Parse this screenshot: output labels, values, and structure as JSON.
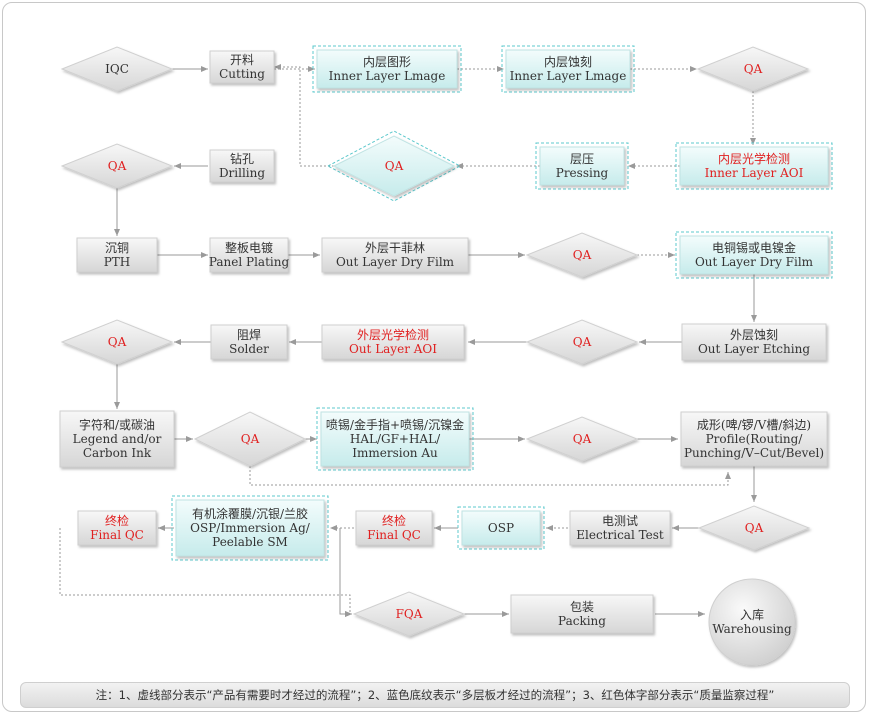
{
  "colors": {
    "normal_text": "#333333",
    "qa_text": "#e02020",
    "red_text": "#e02020",
    "box_fill_top": "#f7f7f7",
    "box_fill_bottom": "#d9d9d9",
    "blue_fill_top": "#f1fbfb",
    "blue_fill_bottom": "#c9ecec",
    "blue_dash": "#5cc8cc",
    "connector": "#9a9a9a"
  },
  "diagram": {
    "nodes": {
      "iqc": {
        "shape": "diamond",
        "style": "normal",
        "lines": [
          "IQC"
        ]
      },
      "cutting": {
        "shape": "box",
        "style": "normal",
        "lines": [
          "开料",
          "Cutting"
        ]
      },
      "inner_image": {
        "shape": "box",
        "style": "blue",
        "lines": [
          "内层图形",
          "Inner Layer Lmage"
        ]
      },
      "inner_etch": {
        "shape": "box",
        "style": "blue",
        "lines": [
          "内层蚀刻",
          "Inner Layer Lmage"
        ]
      },
      "qa1": {
        "shape": "diamond",
        "style": "normal",
        "lines": [
          "QA"
        ]
      },
      "inner_aoi": {
        "shape": "box",
        "style": "blue-red",
        "lines": [
          "内层光学检测",
          "Inner Layer AOI"
        ]
      },
      "pressing": {
        "shape": "box",
        "style": "blue",
        "lines": [
          "层压",
          "Pressing"
        ]
      },
      "qa2": {
        "shape": "diamond",
        "style": "blue",
        "lines": [
          "QA"
        ]
      },
      "drilling": {
        "shape": "box",
        "style": "normal",
        "lines": [
          "钻孔",
          "Drilling"
        ]
      },
      "qa3": {
        "shape": "diamond",
        "style": "normal",
        "lines": [
          "QA"
        ]
      },
      "pth": {
        "shape": "box",
        "style": "normal",
        "lines": [
          "沉铜",
          "PTH"
        ]
      },
      "panel_plating": {
        "shape": "box",
        "style": "normal",
        "lines": [
          "整板电镀",
          "Panel Plating"
        ]
      },
      "dry_film": {
        "shape": "box",
        "style": "normal",
        "lines": [
          "外层干菲林",
          "Out Layer Dry Film"
        ]
      },
      "qa4": {
        "shape": "diamond",
        "style": "normal",
        "lines": [
          "QA"
        ]
      },
      "plating_gold": {
        "shape": "box",
        "style": "blue-normal",
        "lines": [
          "电铜锡或电镍金",
          "Out Layer Dry Film"
        ]
      },
      "out_etching": {
        "shape": "box",
        "style": "normal",
        "lines": [
          "外层蚀刻",
          "Out Layer Etching"
        ]
      },
      "qa5": {
        "shape": "diamond",
        "style": "normal",
        "lines": [
          "QA"
        ]
      },
      "out_aoi": {
        "shape": "box",
        "style": "red",
        "lines": [
          "外层光学检测",
          "Out Layer AOI"
        ]
      },
      "solder": {
        "shape": "box",
        "style": "normal",
        "lines": [
          "阻焊",
          "Solder"
        ]
      },
      "qa6": {
        "shape": "diamond",
        "style": "normal",
        "lines": [
          "QA"
        ]
      },
      "legend": {
        "shape": "box",
        "style": "normal",
        "lines": [
          "字符和/或碳油",
          "Legend and/or",
          "Carbon Ink"
        ]
      },
      "qa7": {
        "shape": "diamond",
        "style": "normal",
        "lines": [
          "QA"
        ]
      },
      "hal": {
        "shape": "box",
        "style": "blue-normal",
        "lines": [
          "喷锡/金手指+喷锡/沉镍金",
          "HAL/GF+HAL/",
          "Immersion Au"
        ]
      },
      "qa8": {
        "shape": "diamond",
        "style": "normal",
        "lines": [
          "QA"
        ]
      },
      "profile": {
        "shape": "box",
        "style": "normal",
        "lines": [
          "成形(啤/锣/V槽/斜边)",
          "Profile(Routing/",
          "Punching/V–Cut/Bevel)"
        ]
      },
      "qa9": {
        "shape": "diamond",
        "style": "normal",
        "lines": [
          "QA"
        ]
      },
      "e_test": {
        "shape": "box",
        "style": "normal",
        "lines": [
          "电测试",
          "Electrical Test"
        ]
      },
      "osp": {
        "shape": "box",
        "style": "blue-normal",
        "lines": [
          "OSP"
        ]
      },
      "final_qc1": {
        "shape": "box",
        "style": "red",
        "lines": [
          "终检",
          "Final QC"
        ]
      },
      "osp_ag": {
        "shape": "box",
        "style": "blue-normal",
        "lines": [
          "有机涂覆膜/沉银/兰胶",
          "OSP/Immersion Ag/",
          "Peelable SM"
        ]
      },
      "final_qc2": {
        "shape": "box",
        "style": "red",
        "lines": [
          "终检",
          "Final QC"
        ]
      },
      "fqa": {
        "shape": "diamond",
        "style": "normal",
        "lines": [
          "FQA"
        ]
      },
      "packing": {
        "shape": "box",
        "style": "normal",
        "lines": [
          "包装",
          "Packing"
        ]
      },
      "warehousing": {
        "shape": "circle",
        "style": "normal",
        "lines": [
          "入库",
          "Warehousing"
        ]
      }
    }
  },
  "note": "注：1、虚线部分表示“产品有需要时才经过的流程”；2、蓝色底纹表示“多层板才经过的流程”；3、红色体字部分表示“质量监察过程”"
}
